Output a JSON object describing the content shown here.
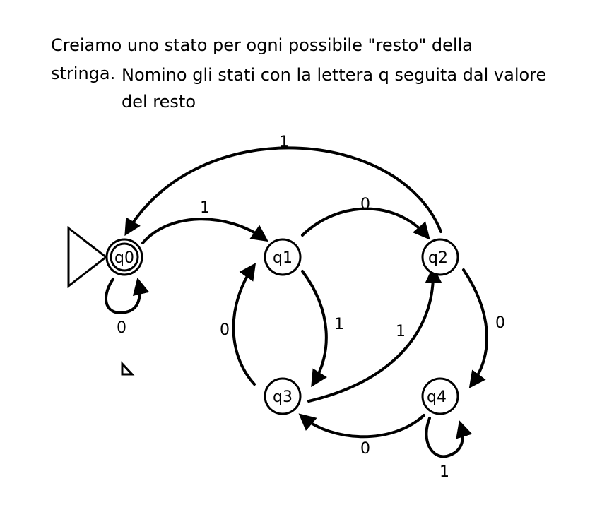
{
  "text": {
    "line1": "Creiamo uno stato per ogni possibile \"resto\" della",
    "line2": "stringa.",
    "line3": "Nomino gli stati con la lettera q seguita dal valore",
    "line4": "del resto"
  },
  "states": {
    "q0": "q0",
    "q1": "q1",
    "q2": "q2",
    "q3": "q3",
    "q4": "q4"
  },
  "edges": {
    "q0_q0": "0",
    "q0_q1": "1",
    "q1_q2": "0",
    "q1_q3": "1",
    "q2_q0": "1",
    "q2_q4": "0",
    "q3_q1": "0",
    "q3_q2": "1",
    "q4_q3": "0",
    "q4_q4": "1"
  }
}
